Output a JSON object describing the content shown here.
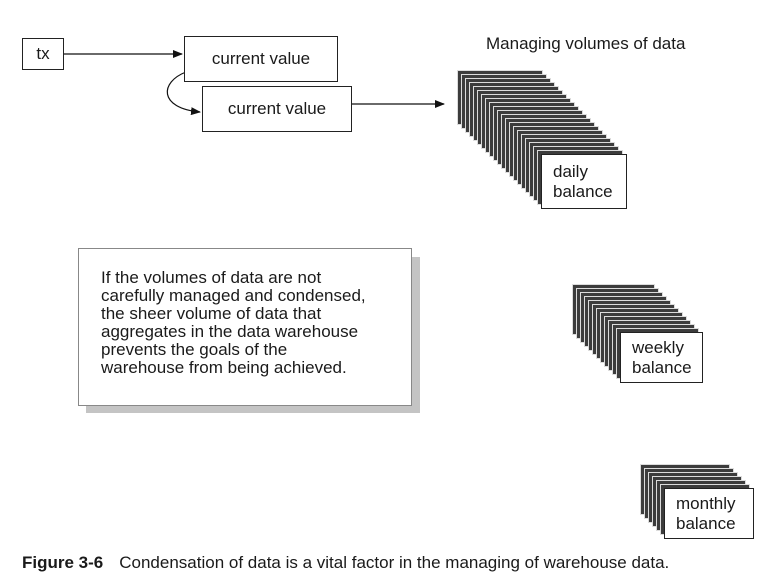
{
  "flow": {
    "tx_label": "tx",
    "current_value_1": "current value",
    "current_value_2": "current value"
  },
  "stacks_title": "Managing volumes of data",
  "stacks": [
    {
      "line1": "daily",
      "line2": "balance"
    },
    {
      "line1": "weekly",
      "line2": "balance"
    },
    {
      "line1": "monthly",
      "line2": "balance"
    }
  ],
  "note": {
    "lines": [
      "If the volumes of data are not",
      "carefully managed and condensed,",
      "the sheer volume of data that",
      "aggregates in the data warehouse",
      "prevents the goals of the",
      "warehouse from being achieved."
    ]
  },
  "caption": {
    "label": "Figure 3-6",
    "text": "Condensation of data is a vital factor in the managing of warehouse data."
  }
}
